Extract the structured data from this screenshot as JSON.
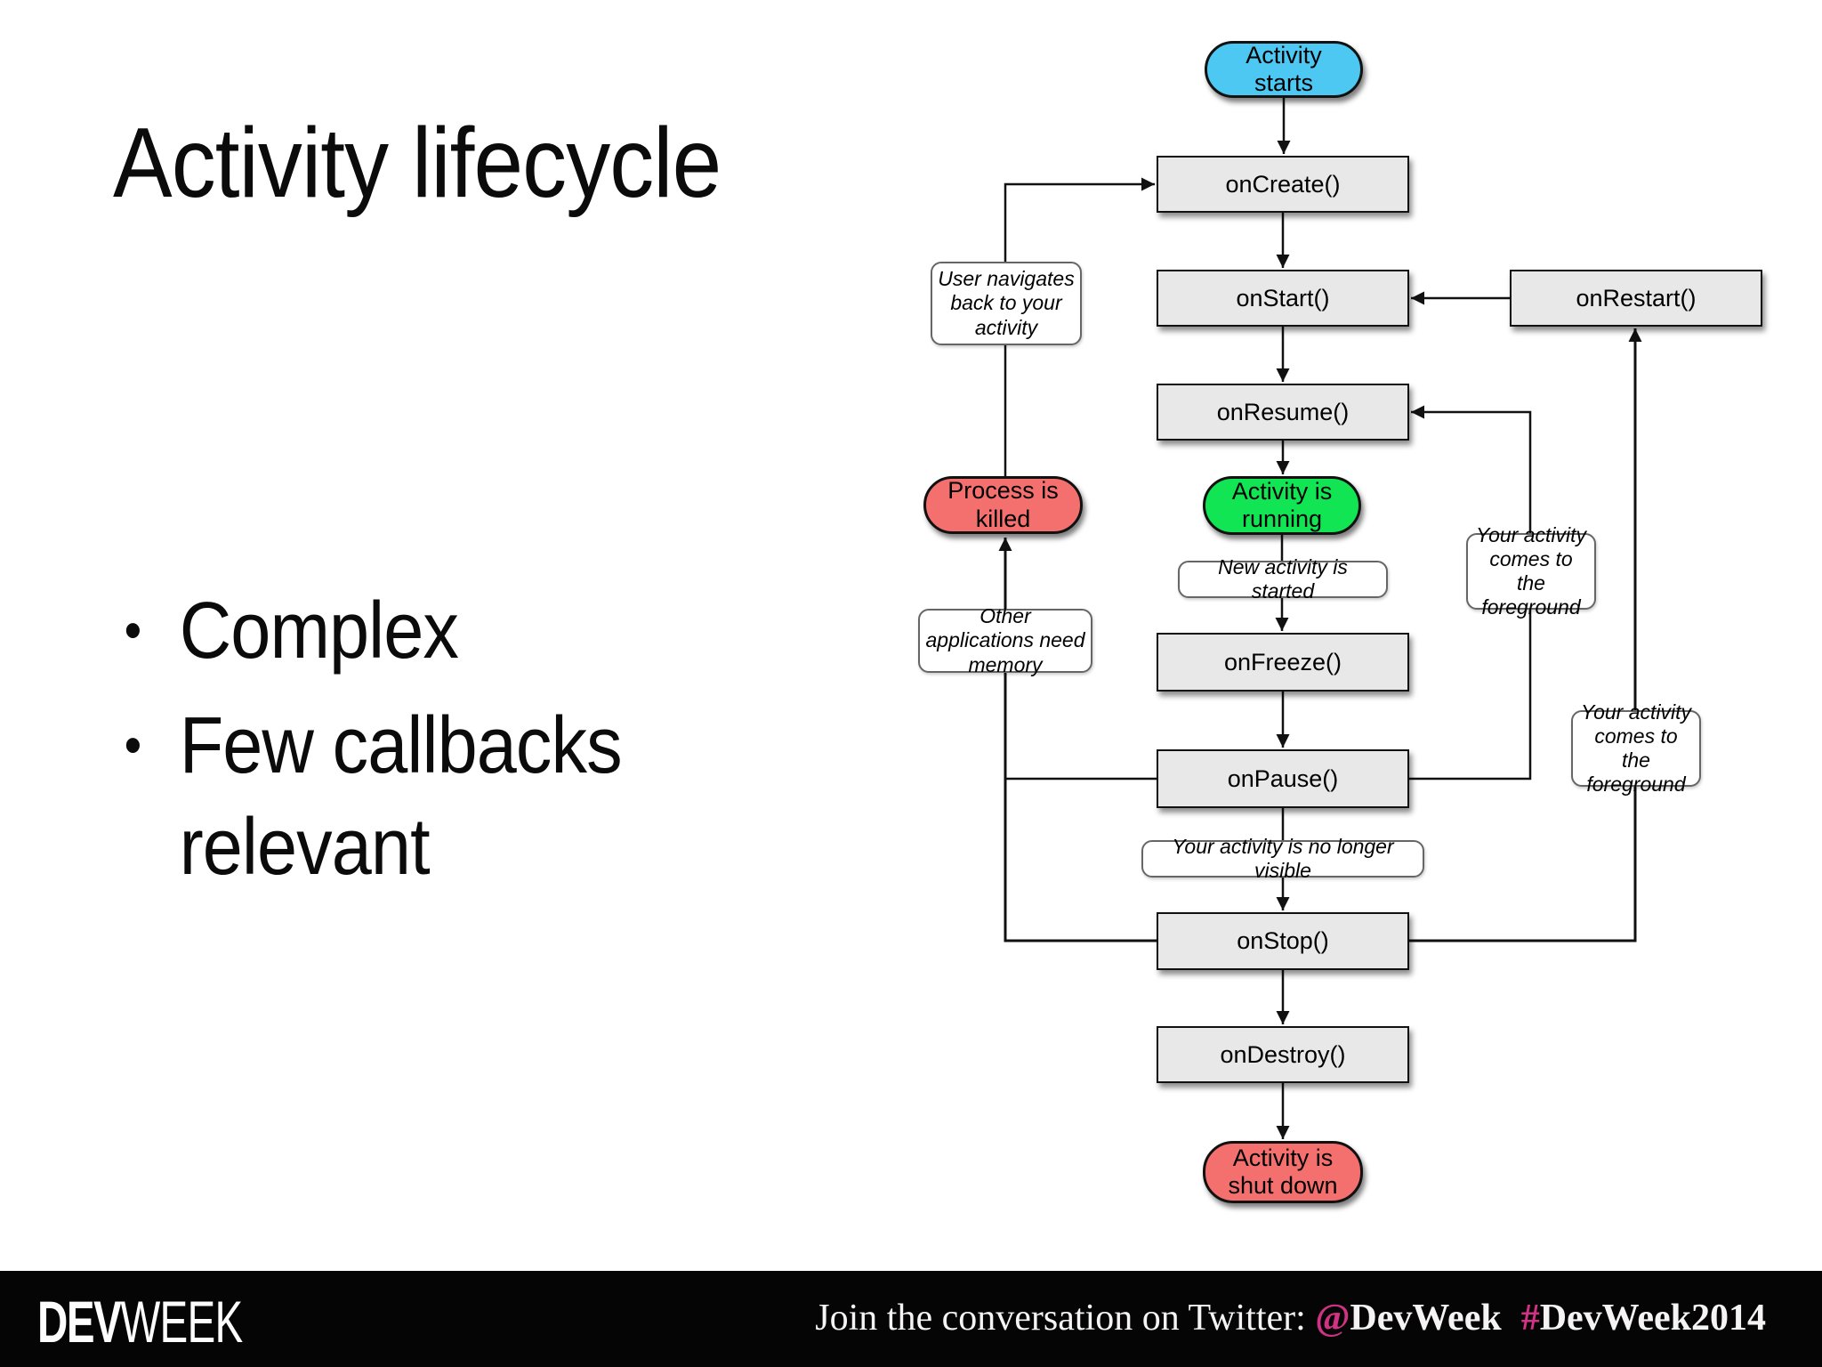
{
  "slide": {
    "title": "Activity lifecycle",
    "bullets": [
      {
        "marker": "•",
        "text": "Complex"
      },
      {
        "marker": "•",
        "text": "Few callbacks relevant"
      }
    ]
  },
  "diagram": {
    "nodes": {
      "activity_starts": "Activity starts",
      "on_create": "onCreate()",
      "on_start": "onStart()",
      "on_restart": "onRestart()",
      "on_resume": "onResume()",
      "activity_running": "Activity is running",
      "process_killed": "Process is killed",
      "on_freeze": "onFreeze()",
      "on_pause": "onPause()",
      "on_stop": "onStop()",
      "on_destroy": "onDestroy()",
      "activity_shutdown": "Activity is shut down"
    },
    "annotations": {
      "user_navigates": "User navigates back to your activity",
      "new_activity": "New activity is started",
      "foreground_resume": "Your activity comes to the foreground",
      "other_apps": "Other applications need memory",
      "foreground_restart": "Your activity comes to the foreground",
      "no_longer_visible": "Your activity is no longer visible"
    },
    "colors": {
      "start_fill": "#4cc8f2",
      "running_fill": "#12e554",
      "killed_fill": "#f4706f",
      "shutdown_fill": "#f4706f",
      "callback_fill": "#e8e8e8",
      "line": "#111111"
    }
  },
  "footer": {
    "logo_bold": "DEV",
    "logo_light": "WEEK",
    "message": "Join the conversation on Twitter: ",
    "handle_at": "@",
    "handle": "DevWeek",
    "hashtag_hash": "#",
    "hashtag": "DevWeek2014",
    "accent_color": "#d23283"
  }
}
